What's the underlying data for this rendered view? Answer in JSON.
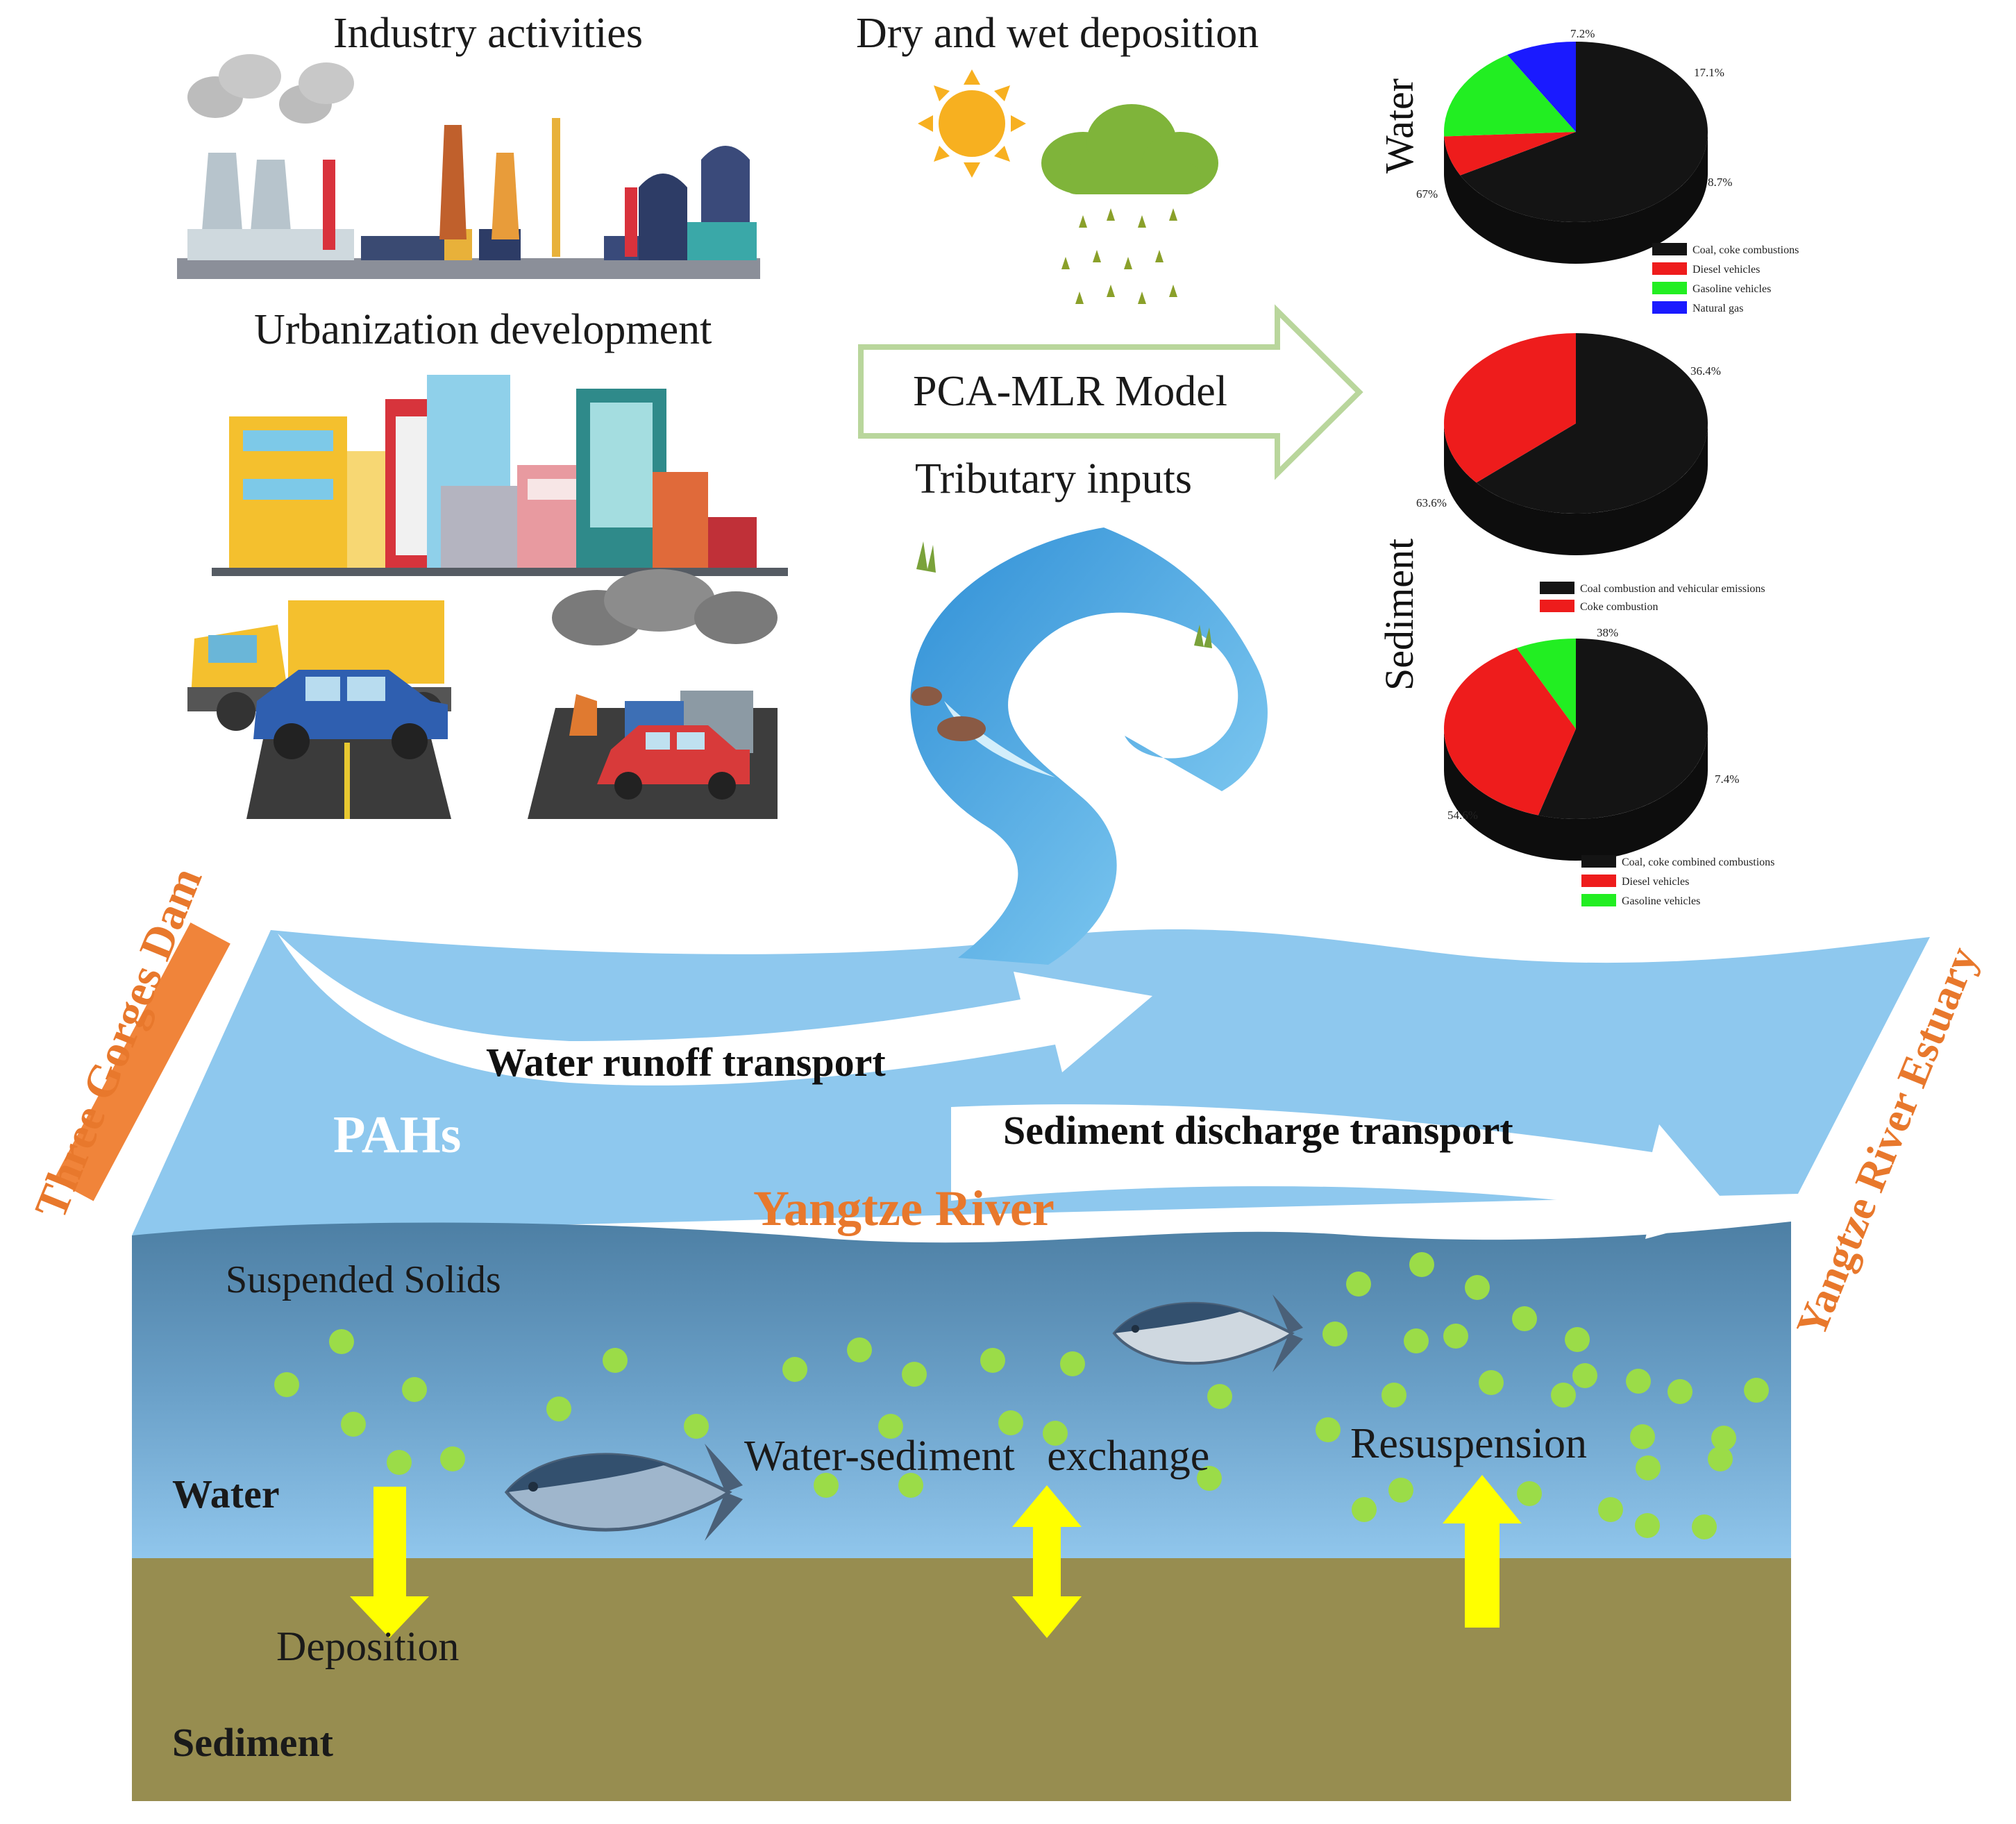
{
  "labels": {
    "industry": "Industry activities",
    "deposition_source": "Dry and wet deposition",
    "urbanization": "Urbanization development",
    "model": "PCA-MLR Model",
    "tributary": "Tributary inputs",
    "dam": "Three Gorges Dam",
    "estuary": "Yangtze River Estuary",
    "runoff": "Water runoff transport",
    "discharge": "Sediment discharge transport",
    "pahs": "PAHs",
    "river": "Yangtze River",
    "suspended": "Suspended Solids",
    "water_layer": "Water",
    "sediment_layer": "Sediment",
    "exchange": "Water-sediment   exchange",
    "resuspension": "Resuspension",
    "deposition_process": "Deposition"
  },
  "colors": {
    "river_surface": "#8ec8ee",
    "water_top": "#4f83a8",
    "water_bottom": "#8ec3ea",
    "sediment": "#978d50",
    "dam": "#f0843a",
    "orange_text": "#e8782c",
    "particle": "#9bdc48",
    "process_arrow": "#ffff00",
    "model_arrow_stroke": "#b9d69c"
  },
  "icons": [
    "sun-icon",
    "rain-cloud-icon",
    "factory-icon",
    "city-buildings-icon",
    "truck-icon",
    "car-icon",
    "traffic-smog-icon",
    "river-stream-icon",
    "fish-icon"
  ],
  "chart_data": [
    {
      "type": "pie",
      "side_label": "Water",
      "labels": [
        "Coal, coke combustions",
        "Diesel vehicles",
        "Gasoline vehicles",
        "Natural gas"
      ],
      "values": [
        67,
        7.2,
        17.1,
        8.7
      ],
      "value_labels": [
        "67%",
        "7.2%",
        "17.1%",
        "8.7%"
      ],
      "colors": [
        "#141414",
        "#ee1c1c",
        "#22ee22",
        "#1a1aff"
      ]
    },
    {
      "type": "pie",
      "side_label": "Sediment",
      "labels": [
        "Coal combustion and vehicular emissions",
        "Coke combustion"
      ],
      "values": [
        63.6,
        36.4
      ],
      "value_labels": [
        "63.6%",
        "36.4%"
      ],
      "colors": [
        "#141414",
        "#ee1c1c"
      ]
    },
    {
      "type": "pie",
      "labels": [
        "Coal, coke combined combustions",
        "Diesel vehicles",
        "Gasoline vehicles"
      ],
      "values": [
        54.6,
        38,
        7.4
      ],
      "value_labels": [
        "54.6%",
        "38%",
        "7.4%"
      ],
      "colors": [
        "#141414",
        "#ee1c1c",
        "#22ee22"
      ]
    }
  ]
}
